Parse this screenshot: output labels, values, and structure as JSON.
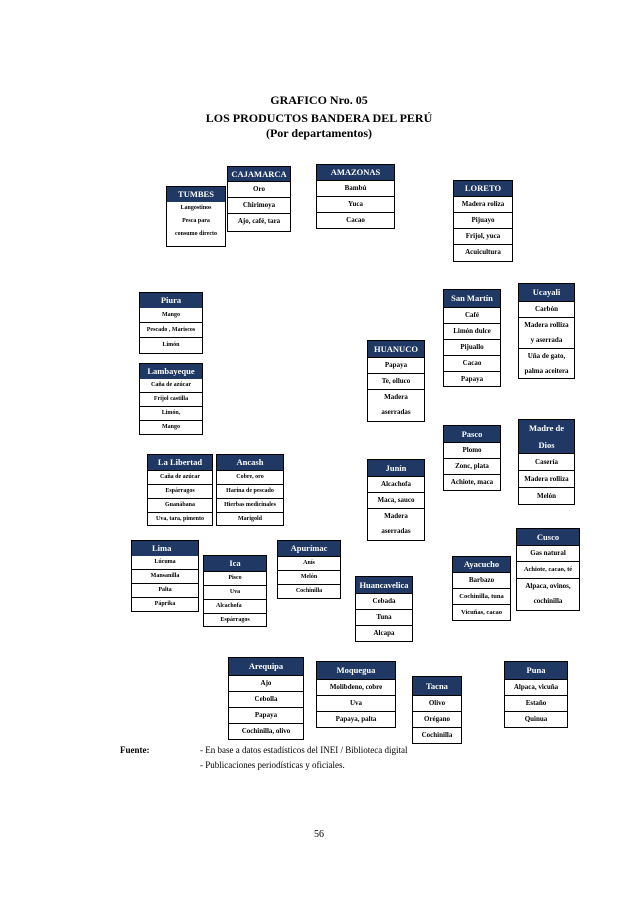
{
  "titles": {
    "line1": "GRAFICO Nro.  05",
    "line2": "LOS PRODUCTOS BANDERA DEL PERÚ",
    "line3": "(Por departamentos)"
  },
  "departments": [
    {
      "name": "CAJAMARCA",
      "products": [
        "Oro",
        "Chirimoya",
        "Ajo, café, tara"
      ]
    },
    {
      "name": "AMAZONAS",
      "products": [
        "Bambú",
        "Yuca",
        "Cacao"
      ]
    },
    {
      "name": "TUMBES",
      "products": [
        "Langostinos",
        "Pesca para",
        "consumo directo"
      ]
    },
    {
      "name": "LORETO",
      "products": [
        "Madera roliza",
        "Pijuayo",
        "Frijol, yuca",
        "Acuicultura"
      ]
    },
    {
      "name": "Piura",
      "products": [
        "Mango",
        "Pescado , Mariscos",
        "Limón"
      ]
    },
    {
      "name": "San Martín",
      "products": [
        "Café",
        "Limón dulce",
        "Pijuallo",
        "Cacao",
        "Papaya"
      ]
    },
    {
      "name": "Ucayali",
      "products": [
        "Carbón",
        "Madera rolliza",
        "y aserrada",
        "Uña de gato,",
        "palma aceitera"
      ]
    },
    {
      "name": "HUANUCO",
      "products": [
        "Papaya",
        "Te, olluco",
        "Madera",
        "aserradas"
      ]
    },
    {
      "name": "Lambayeque",
      "products": [
        "Caña de azúcar",
        "Frijol castilla",
        "Limón,",
        "Mango"
      ]
    },
    {
      "name": "Pasco",
      "products": [
        "Plomo",
        "Zonc, plata",
        "Achiote, maca"
      ]
    },
    {
      "name": "Madre de",
      "name2": "Dios",
      "products": [
        "Casería",
        "Madera rolliza",
        "Melón"
      ]
    },
    {
      "name": "La Libertad",
      "products": [
        "Caña de azúcar",
        "Espárragos",
        "Guanábana",
        "Uva, tara, pimento"
      ]
    },
    {
      "name": "Ancash",
      "products": [
        "Cobre, oro",
        "Harina de pescado",
        "Hierbas medicinales",
        "Marigold"
      ]
    },
    {
      "name": "Junín",
      "products": [
        "Alcachofa",
        "Maca, sauco",
        "Madera",
        "aserradas"
      ]
    },
    {
      "name": "Cusco",
      "products": [
        "Gas natural",
        "Achiote, cacao, té",
        "Alpaca, ovinos,",
        "cochinilla"
      ]
    },
    {
      "name": "Lima",
      "products": [
        "Lúcuma",
        "Mansanilla",
        "Palta",
        "Páprika"
      ]
    },
    {
      "name": "Ica",
      "products": [
        "Pisco",
        "Uva",
        "Alcachofa",
        "Espárragos"
      ]
    },
    {
      "name": "Apurímac",
      "products": [
        "Anís",
        "Melón",
        "Cochinilla"
      ]
    },
    {
      "name": "Ayacucho",
      "products": [
        "Barbazo",
        "Cochinilla, tuna",
        "Vicuñas, cacao"
      ]
    },
    {
      "name": "Huancavelica",
      "products": [
        "Cebada",
        "Tuna",
        "Alcapa"
      ]
    },
    {
      "name": "Arequipa",
      "products": [
        "Ajo",
        "Cebolla",
        "Papaya",
        "Cochinilla, olivo"
      ]
    },
    {
      "name": "Moquegua",
      "products": [
        "Molibdeno, cobre",
        "Uva",
        "Papaya, palta"
      ]
    },
    {
      "name": "Tacna",
      "products": [
        "Olivo",
        "Orégano",
        "Cochinilla"
      ]
    },
    {
      "name": "Puna",
      "products": [
        "Alpaca, vicuña",
        "Estaño",
        "Quinua"
      ]
    }
  ],
  "footer": {
    "label": "Fuente:",
    "line1": "- En base a datos estadísticos del INEI / Biblioteca digital",
    "line2": "- Publicaciones periodísticas y oficiales."
  },
  "page_number": "56"
}
